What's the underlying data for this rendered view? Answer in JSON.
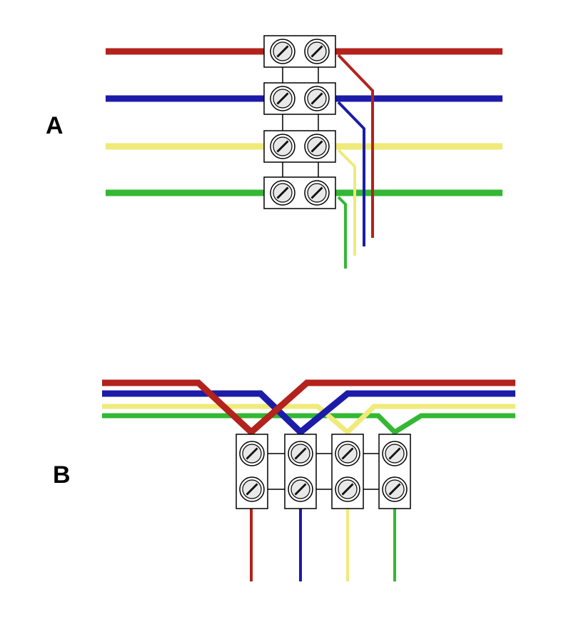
{
  "labels": {
    "a": "A",
    "b": "B"
  },
  "colors": {
    "red": "#b3221c",
    "blue": "#1c1ca8",
    "yellow": "#f0ea7a",
    "green": "#33b833",
    "outline": "#000000",
    "background": "#ffffff"
  },
  "wire_order": [
    "red",
    "blue",
    "yellow",
    "green"
  ]
}
